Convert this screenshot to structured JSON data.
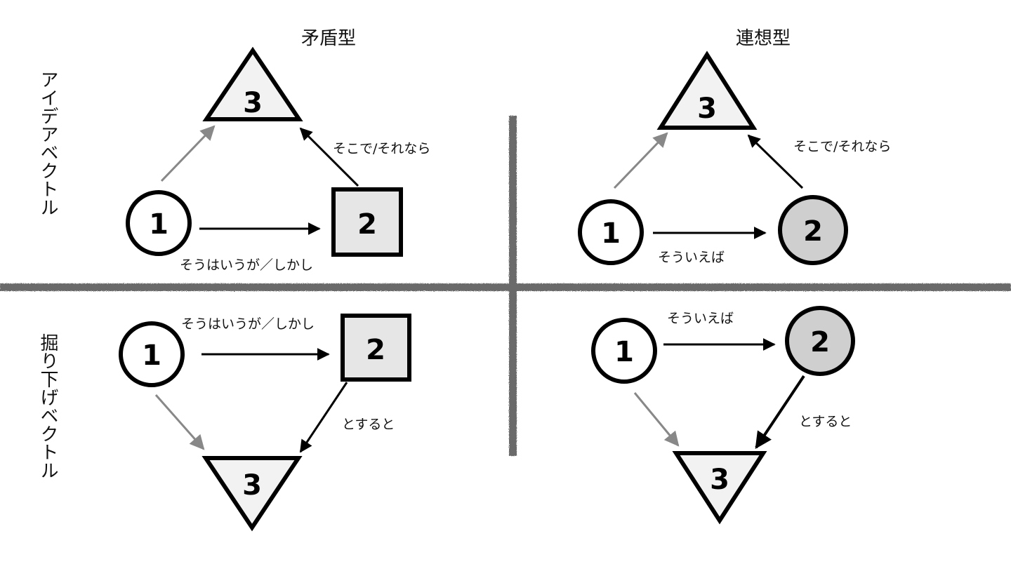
{
  "columns": {
    "left": "矛盾型",
    "right": "連想型"
  },
  "rows": {
    "top": "アイデアベクトル",
    "bottom": "掘り下げベクトル"
  },
  "labels": {
    "contradiction_link": "そうはいうが／しかし",
    "then_link": "そこで/それなら",
    "association_link": "そういえば",
    "if_so_link": "とすると"
  },
  "nodes": {
    "one": "1",
    "two": "2",
    "three": "3"
  },
  "colors": {
    "background": "#ffffff",
    "stroke": "#000000",
    "light_fill": "#f2f2f2",
    "square_fill": "#e6e6e6",
    "circle2_fill": "#cfcfcf",
    "gray_arrow": "#888888",
    "divider": "#6b6b6b"
  }
}
